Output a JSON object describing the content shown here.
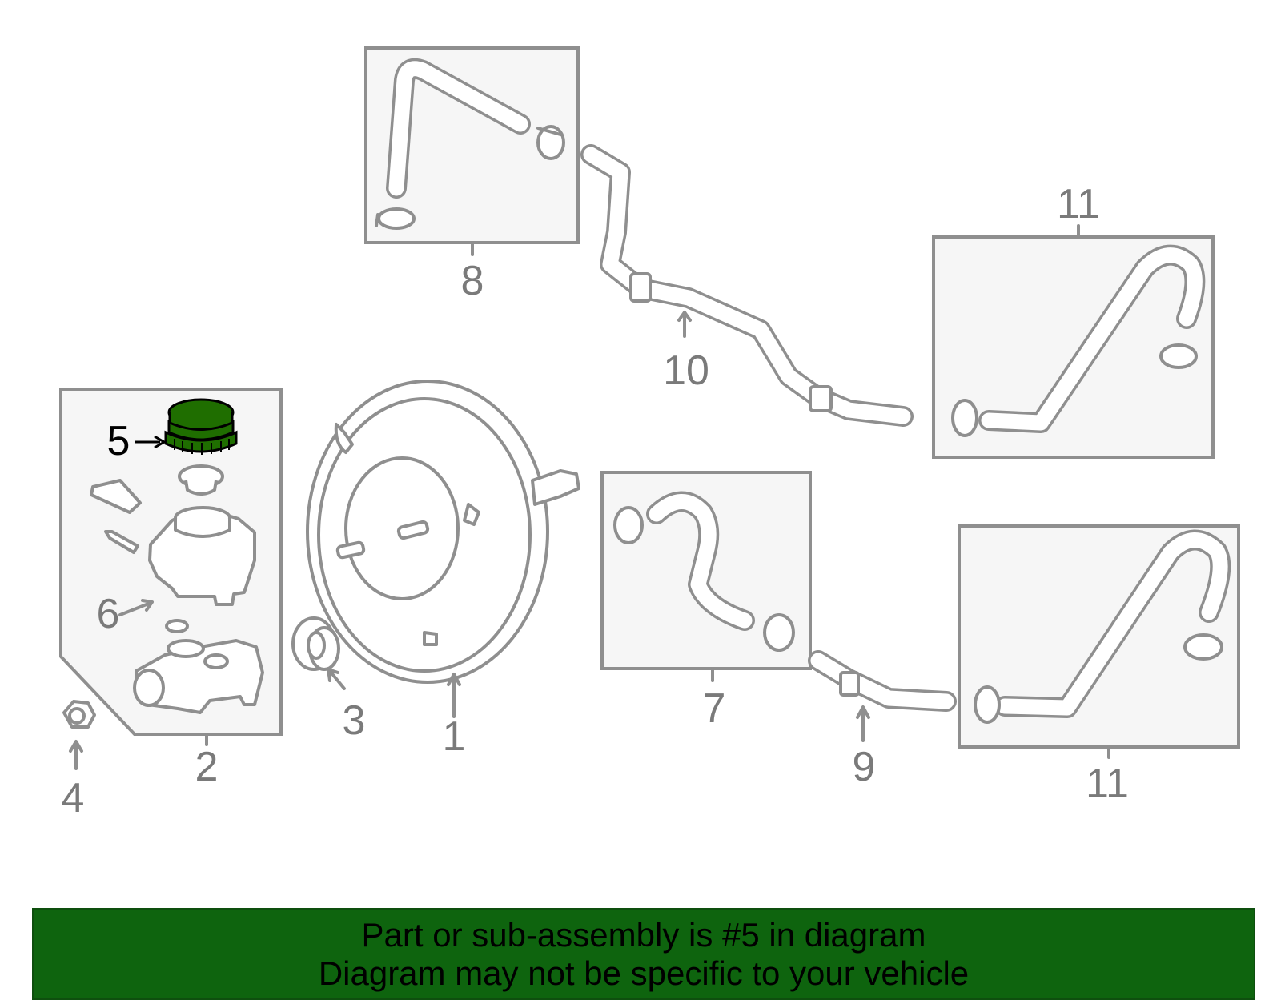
{
  "callouts": {
    "c1": "1",
    "c2": "2",
    "c3": "3",
    "c4": "4",
    "c5": "5",
    "c6": "6",
    "c7": "7",
    "c8": "8",
    "c9": "9",
    "c10": "10",
    "c11_top": "11",
    "c11_bottom": "11"
  },
  "highlight": {
    "part": "5",
    "color": "#1f6e00",
    "banner_color": "#0e640e"
  },
  "banner": {
    "line1": "Part or sub-assembly is #5 in diagram",
    "line2": "Diagram may not be specific to your vehicle"
  }
}
